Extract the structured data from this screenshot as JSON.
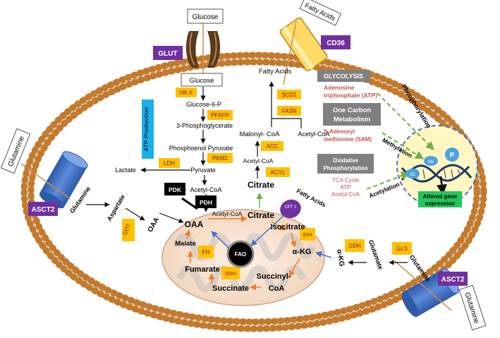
{
  "transporters": {
    "glucose_box": "Glucose",
    "fatty_acids_box": "Fatty Acids",
    "glut": "GLUT",
    "cd36": "CD36",
    "asct2_left": "ASCT2",
    "asct2_right": "ASCT2",
    "glutamine_left_box": "Glutamine",
    "glutamine_right_box": "Glutamine"
  },
  "glycolysis": {
    "glucose": "Glucose",
    "glucose6p": "Glucose-6-P",
    "pg3": "3-Phosphoglycerate",
    "pep": "Phosphoenol Pyruvate",
    "pyruvate": "Pyruvate",
    "lactate": "Lactate",
    "acetyl_coa": "Acetyl-CoA"
  },
  "enzymes": {
    "hk2": "HK-II",
    "pfkfp": "PFKFP",
    "pkm2": "PKM2",
    "ldh": "LDH",
    "scd1": "SCD1",
    "fasn": "FASN",
    "acc": "ACC",
    "acyl": "ACYL",
    "got": "GOT",
    "idh": "IDH",
    "gdh": "GDH",
    "gls": "GLS",
    "fh": "FH",
    "sdh": "SDH",
    "pdk": "PDK",
    "pdh": "PDH",
    "cpt1": "CPT 1",
    "fao": "FAO"
  },
  "atp_production": "ATP Production",
  "lipogenesis": {
    "fatty_acids_top": "Fatty Acids",
    "malonyl_coa": "Malonyl- CoA",
    "acetyl_coa_right": "Acetyl-CoA",
    "acetyl_coa_mid": "Acetyl-CoA",
    "citrate_out": "Citrate",
    "fatty_acids_mito": "Fatty Acids"
  },
  "glutaminolysis": {
    "glutamine_left": "Glutamine",
    "aspartate": "Aspartate",
    "oaa_left": "OAA",
    "glutamine_right": "Glutamine",
    "glutamate": "Glutamate",
    "akg_right": "α-KG"
  },
  "tca": {
    "oaa": "OAA",
    "acetyl_coa": "Acetyl-CoA",
    "citrate": "Citrate",
    "isocitrate": "Isocitrate",
    "akg": "α-KG",
    "succinyl": "Succinyl-",
    "coa": "CoA",
    "succinate": "Succinate",
    "fumarate": "Fumarate",
    "malate": "Malate"
  },
  "legend": {
    "glycolysis": "GLYCOLYSIS",
    "atp_l1": "Adenosine",
    "atp_l2": "triphosphate (ATP)",
    "one_carbon_l1": "One Carbon",
    "one_carbon_l2": "Metabolism",
    "sam_l1": "S-Adenosyl",
    "sam_l2": "methionine (SAM)",
    "oxphos_l1": "Oxidative",
    "oxphos_l2": "Phosphorylation",
    "tca_cycle": "TCA Cycle",
    "atp": "ATP",
    "acetyl_coa": "Acetyl-CoA"
  },
  "epigenetics": {
    "phosphorylation": "Phosphorylation",
    "methylation": "Methylation",
    "acetylation": "Acetylation",
    "p": "P",
    "me": "Me",
    "ac": "AC",
    "altered_l1": "Altered gene",
    "altered_l2": "expression"
  },
  "colors": {
    "membrane": "#c47a2c",
    "enzyme_fill": "#ffc000",
    "label_purple": "#7030a0",
    "legend_gray": "#808080",
    "legend_red": "#c0504d",
    "mito_fill": "#f6dfcd",
    "nucleus_fill": "#fff6c2",
    "arrow_blue": "#4472c4",
    "arrow_orange": "#ed7d31",
    "arrow_green": "#70ad47",
    "atp_blue": "#19b2e8"
  }
}
